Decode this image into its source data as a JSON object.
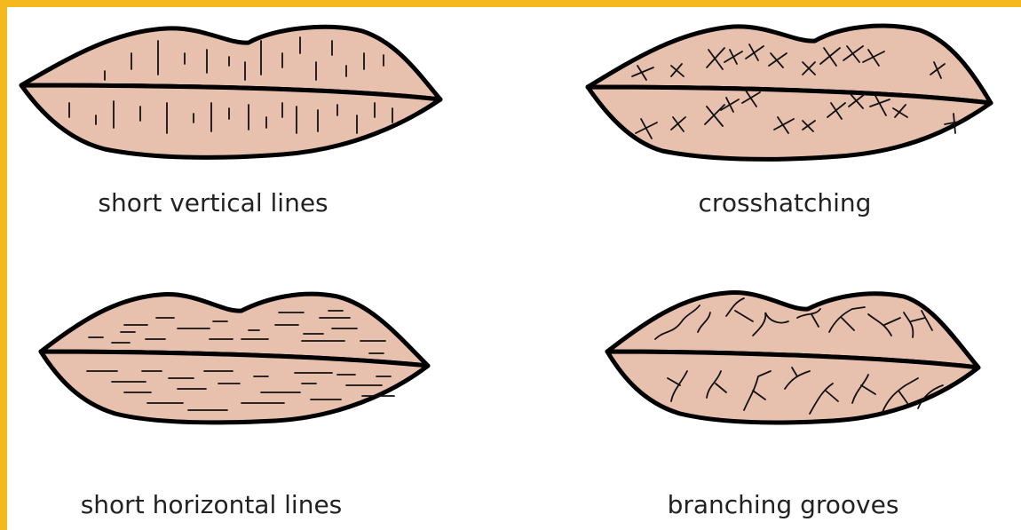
{
  "panels": [
    {
      "caption": "short vertical lines",
      "texture": "short-vertical-lines"
    },
    {
      "caption": "crosshatching",
      "texture": "crosshatching"
    },
    {
      "caption": "short horizontal lines",
      "texture": "short-horizontal-lines"
    },
    {
      "caption": "branching grooves",
      "texture": "branching-grooves"
    }
  ],
  "colors": {
    "border": "#f6b81f",
    "background": "#ffffff",
    "lip_fill": "#e8c0ae",
    "outline": "#000000"
  }
}
